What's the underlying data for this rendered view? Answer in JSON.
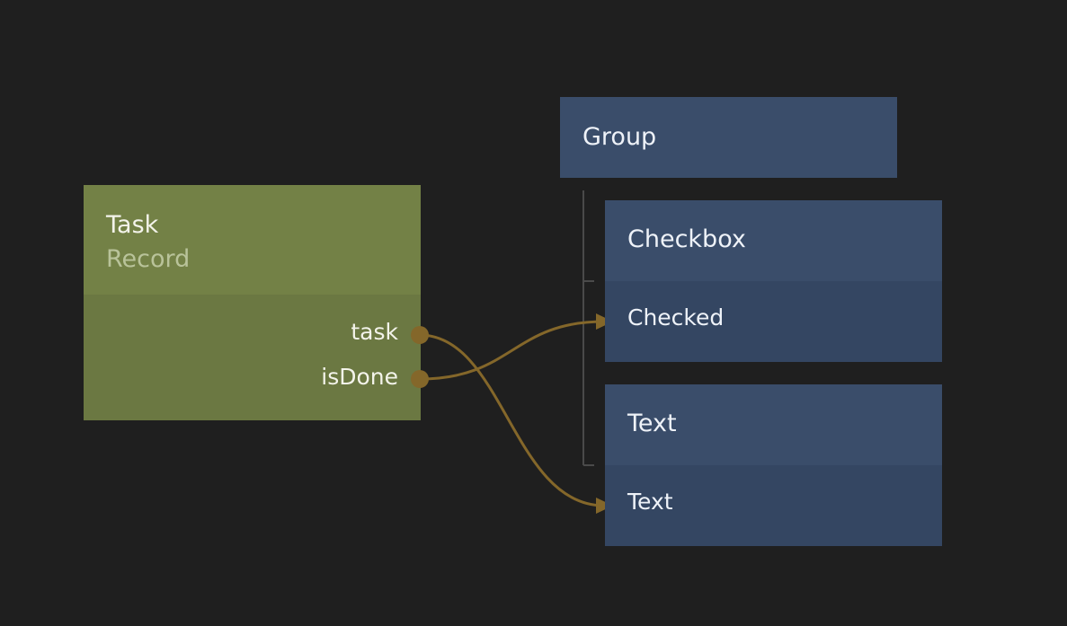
{
  "record_node": {
    "title": "Task",
    "subtitle": "Record",
    "ports": [
      "task",
      "isDone"
    ],
    "color": "#738146"
  },
  "group_node": {
    "title": "Group",
    "color": "#3a4d6a"
  },
  "checkbox_node": {
    "title": "Checkbox",
    "input": "Checked"
  },
  "text_node": {
    "title": "Text",
    "input": "Text"
  },
  "connection_color": "#84672a",
  "connections": [
    {
      "from": "task",
      "to": "Text"
    },
    {
      "from": "isDone",
      "to": "Checked"
    }
  ]
}
